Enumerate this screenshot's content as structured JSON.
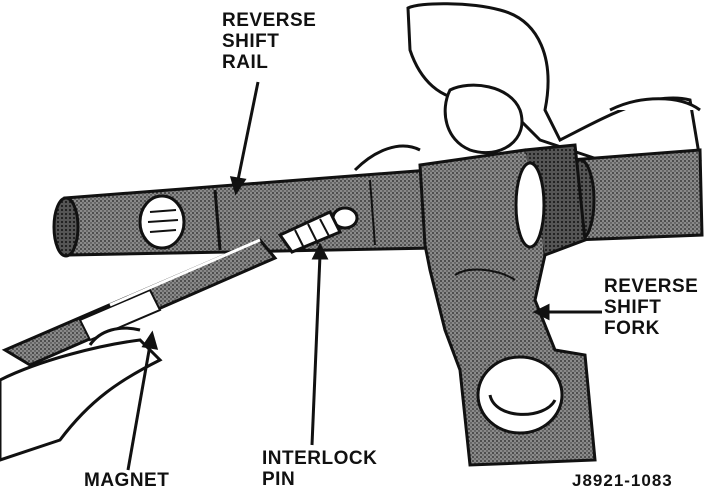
{
  "labels": {
    "reverse_shift_rail": [
      "REVERSE",
      "SHIFT",
      "RAIL"
    ],
    "reverse_shift_fork": [
      "REVERSE",
      "SHIFT",
      "FORK"
    ],
    "interlock_pin": [
      "INTERLOCK",
      "PIN"
    ],
    "magnet": "MAGNET"
  },
  "figure_code": "J8921-1083",
  "colors": {
    "ink": "#111111",
    "shade": "#6f6f6f",
    "paper": "#ffffff"
  }
}
